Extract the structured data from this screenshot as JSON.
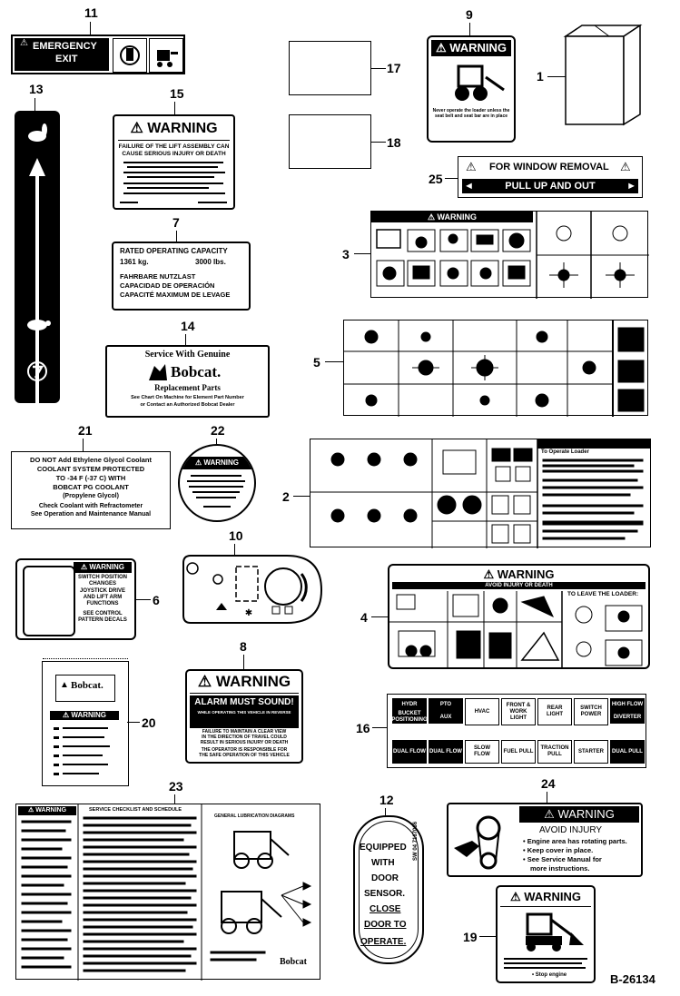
{
  "diagram_ref": "B-26134",
  "callouts": [
    "1",
    "2",
    "3",
    "4",
    "5",
    "6",
    "7",
    "8",
    "9",
    "10",
    "11",
    "12",
    "13",
    "14",
    "15",
    "16",
    "17",
    "18",
    "19",
    "20",
    "21",
    "22",
    "23",
    "24",
    "25"
  ],
  "decals": {
    "d11": {
      "line1": "EMERGENCY",
      "line2": "EXIT"
    },
    "d9": {
      "heading": "WARNING",
      "body": "Never operate the loader unless the seat belt and seat bar are in place"
    },
    "d15": {
      "heading": "WARNING",
      "line1": "FAILURE OF THE LIFT ASSEMBLY CAN",
      "line2": "CAUSE SERIOUS INJURY OR DEATH"
    },
    "d7": {
      "line1": "RATED OPERATING CAPACITY",
      "kg": "1361 kg.",
      "lbs": "3000 lbs.",
      "line2": "FAHRBARE NUTZLAST",
      "line3": "CAPACIDAD DE OPERACIÓN",
      "line4": "CAPACITÉ MAXIMUM DE LEVAGE"
    },
    "d14": {
      "line1": "Service With Genuine",
      "brand": "Bobcat.",
      "line2": "Replacement Parts",
      "line3": "See Chart On Machine for Element Part Number",
      "line4": "or Contact an Authorized Bobcat Dealer"
    },
    "d21": {
      "line1": "DO NOT Add Ethylene Glycol Coolant",
      "line2": "COOLANT SYSTEM PROTECTED",
      "line3": "TO -34 F (-37 C) WITH",
      "line4": "BOBCAT PG COOLANT",
      "line5": "(Propylene Glycol)",
      "line6": "Check Coolant with Refractometer",
      "line7": "See Operation and Maintenance Manual"
    },
    "d22": {
      "heading": "WARNING"
    },
    "d6": {
      "heading": "WARNING",
      "line1": "SWITCH POSITION",
      "line2": "CHANGES",
      "line3": "JOYSTICK DRIVE",
      "line4": "AND LIFT ARM",
      "line5": "FUNCTIONS",
      "line6": "SEE CONTROL",
      "line7": "PATTERN DECALS"
    },
    "d8": {
      "heading": "WARNING",
      "line1": "ALARM MUST SOUND!",
      "line2": "WHILE OPERATING THIS VEHICLE IN REVERSE",
      "line3": "FAILURE TO MAINTAIN A CLEAR VIEW",
      "line4": "IN THE DIRECTION OF TRAVEL COULD",
      "line5": "RESULT IN SERIOUS INJURY OR DEATH",
      "line6": "THE OPERATOR IS RESPONSIBLE FOR",
      "line7": "THE SAFE OPERATION OF THIS VEHICLE"
    },
    "d20": {
      "brand": "Bobcat.",
      "heading": "WARNING"
    },
    "d25": {
      "line1": "FOR WINDOW REMOVAL",
      "line2": "PULL UP AND OUT"
    },
    "d3": {
      "heading": "WARNING"
    },
    "d4": {
      "heading": "WARNING",
      "sub": "AVOID INJURY OR DEATH",
      "leave": "TO LEAVE THE LOADER:"
    },
    "d16": {
      "row1": [
        "HYDR",
        "PTO",
        "HVAC",
        "FRONT & WORK LIGHT",
        "REAR LIGHT",
        "SWITCH POWER",
        "HIGH FLOW"
      ],
      "row2": [
        "BUCKET POSITIONING",
        "AUX",
        "",
        "",
        "",
        "",
        "DIVERTER"
      ],
      "row3": [
        "DUAL FLOW",
        "DUAL FLOW",
        "SLOW FLOW",
        "FUEL PULL",
        "TRACTION PULL",
        "STARTER",
        "DUAL PULL"
      ]
    },
    "d23": {
      "heading": "WARNING",
      "title1": "SERVICE CHECKLIST AND SCHEDULE",
      "title2": "GENERAL LUBRICATION DIAGRAMS",
      "brand": "Bobcat"
    },
    "d12": {
      "line1": "EQUIPPED",
      "line2": "WITH",
      "line3": "DOOR",
      "line4": "SENSOR.",
      "line5": "CLOSE",
      "line6": "DOOR TO",
      "line7": "OPERATE.",
      "side": "SW 04 7167036"
    },
    "d24": {
      "heading": "WARNING",
      "sub": "AVOID INJURY",
      "b1": "• Engine area has rotating parts.",
      "b2": "• Keep cover in place.",
      "b3": "• See Service Manual for",
      "b4": "more instructions."
    },
    "d19": {
      "heading": "WARNING",
      "footer": "• Stop engine"
    },
    "d2": {
      "title": "To Operate Loader"
    }
  }
}
